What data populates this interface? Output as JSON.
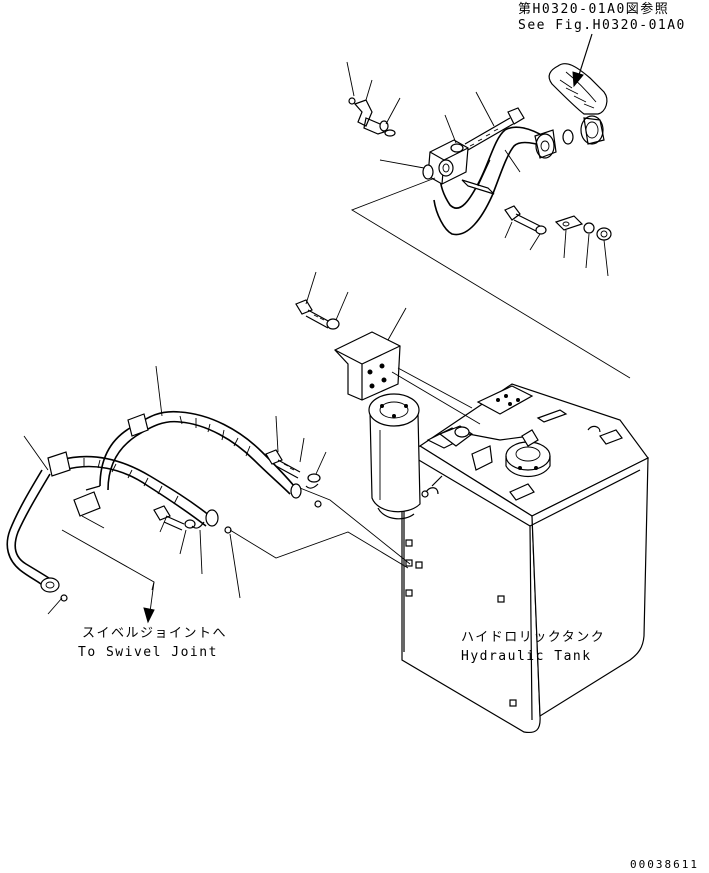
{
  "references": {
    "see_fig_jp": "第H0320-01A0図参照",
    "see_fig_en": "See Fig.H0320-01A0"
  },
  "labels": {
    "swivel_joint_jp": "スイベルジョイントへ",
    "swivel_joint_en": "To Swivel Joint",
    "tank_jp": "ハイドロリックタンク",
    "tank_en": "Hydraulic Tank"
  },
  "drawing_number": "00038611"
}
